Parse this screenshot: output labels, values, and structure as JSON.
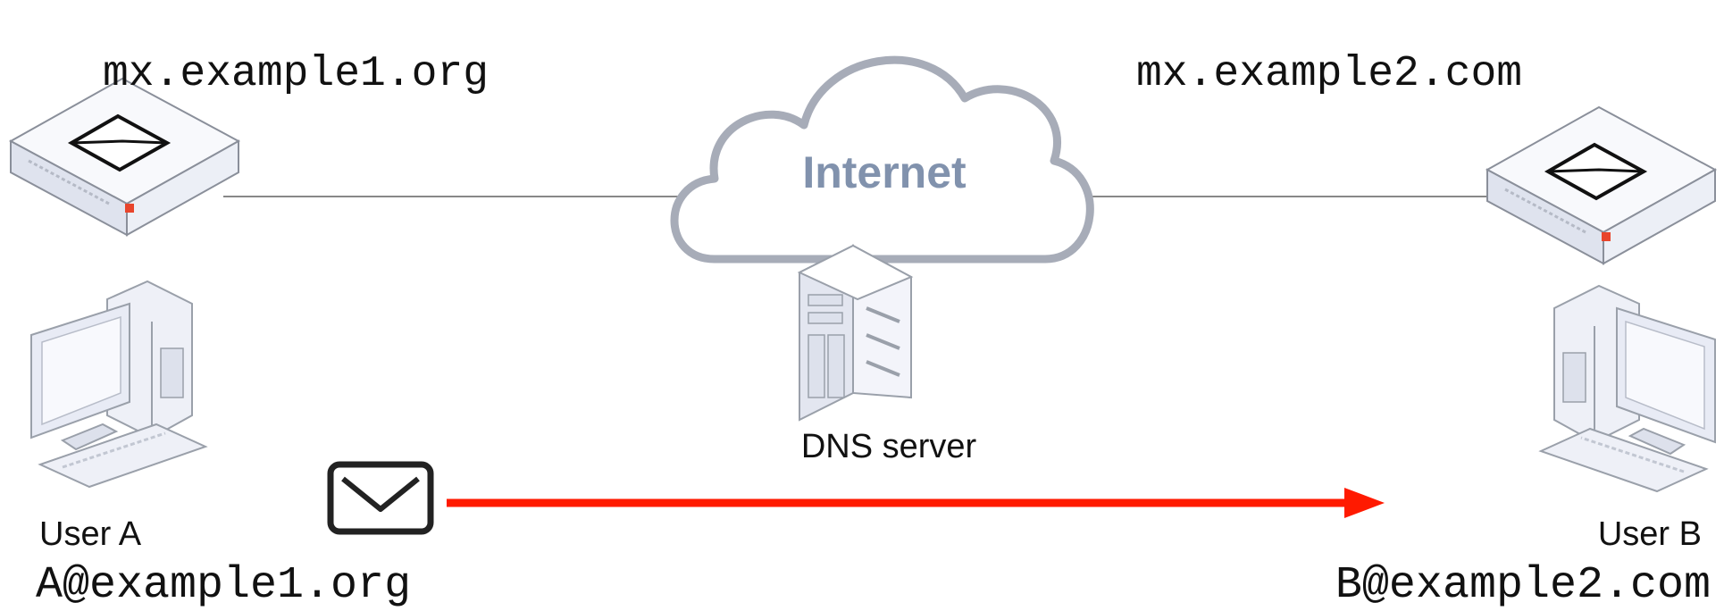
{
  "nodes": {
    "mx_left": {
      "label": "mx.example1.org"
    },
    "mx_right": {
      "label": "mx.example2.com"
    },
    "cloud": {
      "label": "Internet"
    },
    "dns": {
      "label": "DNS server"
    },
    "user_a": {
      "label": "User A",
      "address": "A@example1.org"
    },
    "user_b": {
      "label": "User B",
      "address": "B@example2.com"
    }
  },
  "colors": {
    "arrow": "#ff1a00",
    "cloud_stroke": "#a7acb8",
    "cloud_text": "#8192ad",
    "device_stroke": "#9aa0aa",
    "device_fill": "#eef0f7",
    "line": "#888888"
  },
  "icons": [
    "mail-server-icon",
    "envelope-icon",
    "desktop-computer-icon",
    "server-tower-icon",
    "cloud-icon",
    "arrow-right-icon"
  ]
}
